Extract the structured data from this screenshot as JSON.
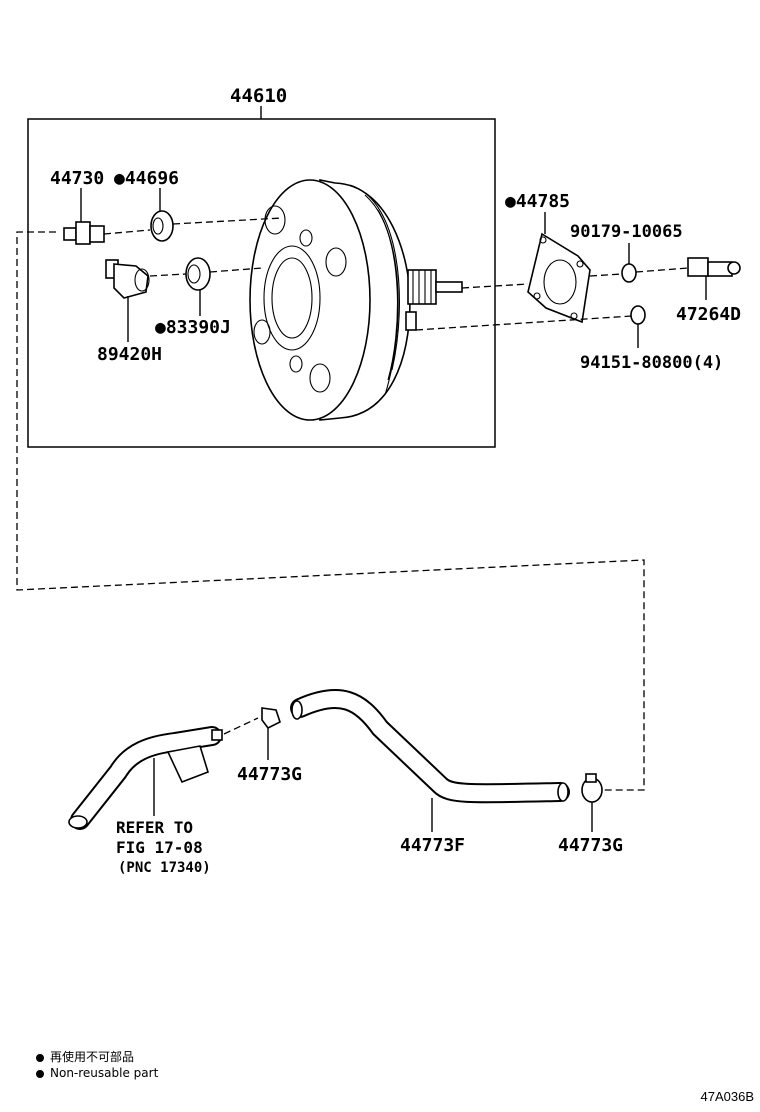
{
  "parts": {
    "booster_assy": "44610",
    "check_valve": "44730",
    "grommet": "●44696",
    "sensor": "89420H",
    "grommet_sensor": "●83390J",
    "gasket": "●44785",
    "nut": "90179-10065",
    "clevis": "47264D",
    "nut_4": "94151-80800(4)",
    "clip_left": "44773G",
    "hose": "44773F",
    "clip_right": "44773G"
  },
  "refer": {
    "line1": "REFER TO",
    "line2": "FIG 17-08",
    "line3": "(PNC 17340)"
  },
  "legend": {
    "jp": "再使用不可部品",
    "en": "Non-reusable part"
  },
  "figure_code": "47A036B"
}
